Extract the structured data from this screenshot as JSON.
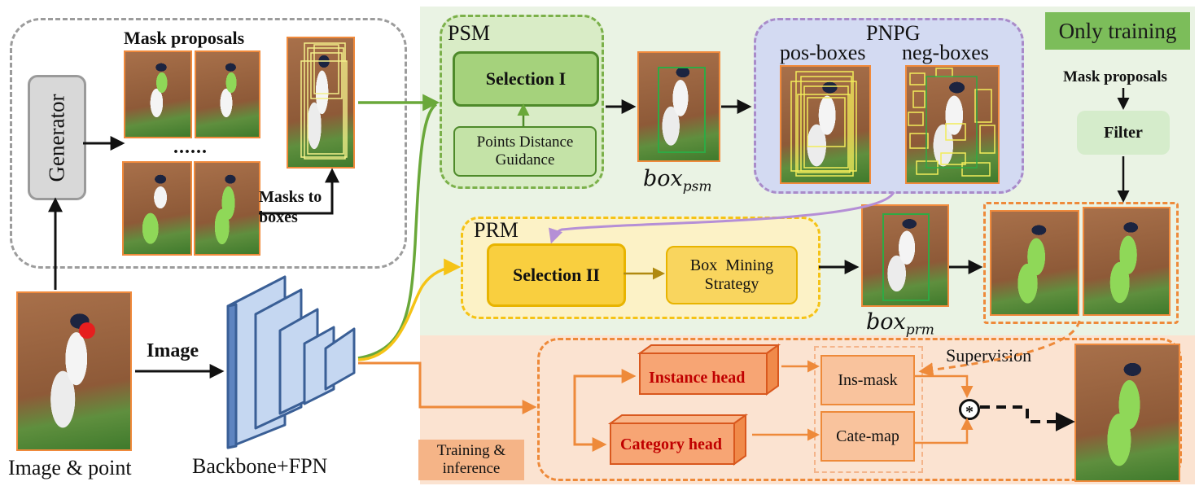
{
  "left_panel": {
    "generator": "Generator",
    "mask_proposals": "Mask proposals",
    "dots": "......",
    "masks_to_boxes": [
      "Masks to",
      "boxes"
    ]
  },
  "input": {
    "image_label": "Image",
    "caption": "Image & point"
  },
  "backbone": {
    "caption": "Backbone+FPN"
  },
  "psm": {
    "title": "PSM",
    "selection": "Selection I",
    "guidance": [
      "Points Distance",
      "Guidance"
    ],
    "box_label_base": "box",
    "box_label_sub": "psm"
  },
  "pnpg": {
    "title": "PNPG",
    "pos": "pos-boxes",
    "neg": "neg-boxes"
  },
  "only_training": {
    "badge": "Only training",
    "mask_proposals": "Mask proposals",
    "filter": "Filter"
  },
  "prm": {
    "title": "PRM",
    "selection": "Selection II",
    "strategy": [
      "Box  Mining",
      "Strategy"
    ],
    "box_label_base": "box",
    "box_label_sub": "prm"
  },
  "training_inference": {
    "tag": [
      "Training &",
      "inference"
    ],
    "instance_head": "Instance head",
    "category_head": "Category head",
    "ins_mask": "Ins-mask",
    "cate_map": "Cate-map",
    "supervision": "Supervision",
    "conv_symbol": "*"
  },
  "colors": {
    "psm_green": "#7bb04a",
    "pnpg_purple": "#a98bc9",
    "prm_yellow": "#f5c316",
    "orange": "#ee8a3a",
    "train_bg": "#fbe1cf",
    "only_train_bg": "#e8f2e2",
    "badge_green": "#7cbd5a"
  }
}
